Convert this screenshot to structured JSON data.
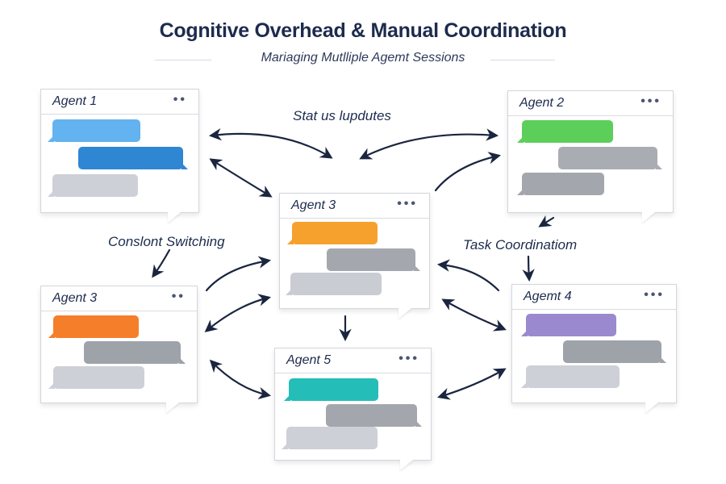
{
  "title": "Cognitive Overhead & Manual Coordination",
  "subtitle": "Mariaging Mutlliple Agemt Sessions",
  "labels": {
    "status": "Stat us lupdutes",
    "switching": "Conslont Switching",
    "coordination": "Task Coordinatiom"
  },
  "windows": [
    {
      "title": "Agent 1",
      "dots": "••",
      "bubbles": [
        "#62b3ef",
        "#2f86d2",
        "#cdd0d6"
      ]
    },
    {
      "title": "Agent 2",
      "dots": "•••",
      "bubbles": [
        "#5ccf5a",
        "#a9adb3",
        "#a3a7ad"
      ]
    },
    {
      "title": "Agent 3",
      "dots": "•••",
      "bubbles": [
        "#f6a12d",
        "#a4a8ae",
        "#c9ccd2"
      ]
    },
    {
      "title": "Agent 3",
      "dots": "••",
      "bubbles": [
        "#f57e2a",
        "#9ea3aa",
        "#cdd0d6"
      ]
    },
    {
      "title": "Agemt 4",
      "dots": "•••",
      "bubbles": [
        "#9a89cf",
        "#9ea3aa",
        "#cdd0d6"
      ]
    },
    {
      "title": "Agent 5",
      "dots": "•••",
      "bubbles": [
        "#25bdb8",
        "#a3a7ad",
        "#cdd0d6"
      ]
    }
  ],
  "colors": {
    "title": "#1d2b4d",
    "arrow": "#1a2540"
  }
}
